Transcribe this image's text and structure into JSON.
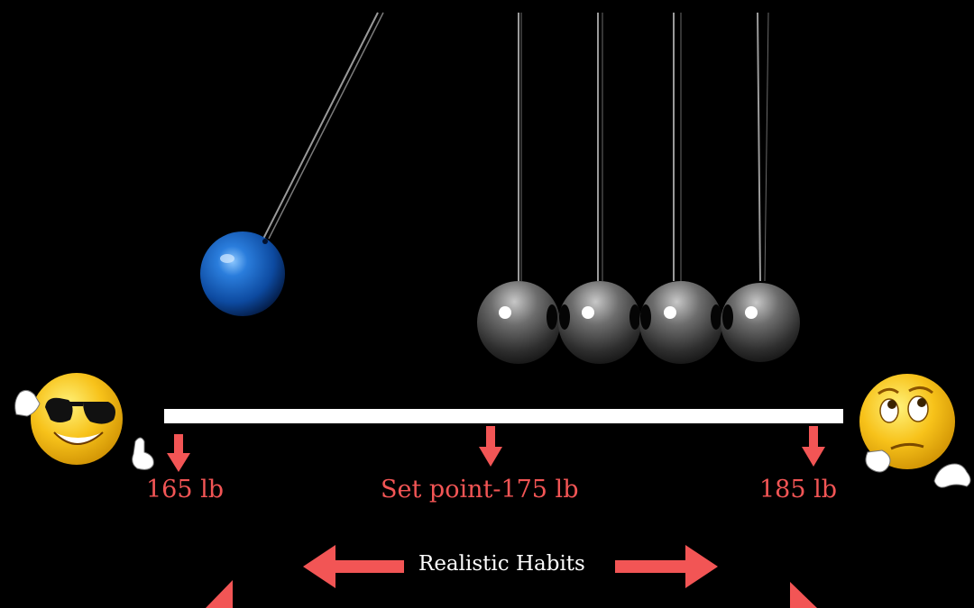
{
  "labels": {
    "low_weight": "165 lb",
    "set_point": "Set point-175 lb",
    "high_weight": "185 lb",
    "habits": "Realistic Habits"
  },
  "colors": {
    "background": "#000000",
    "arrow": "#f25555",
    "label": "#f25555",
    "habits_text": "#ffffff",
    "scale_bar": "#ffffff",
    "swinging_ball": "#1565c0",
    "resting_balls": "#5a5a5a",
    "emoji_face": "#f7c21a"
  },
  "icons": {
    "left_emoji": "cool-sunglasses-thumbs-up-emoji-icon",
    "right_emoji": "thinking-eye-roll-emoji-icon"
  }
}
